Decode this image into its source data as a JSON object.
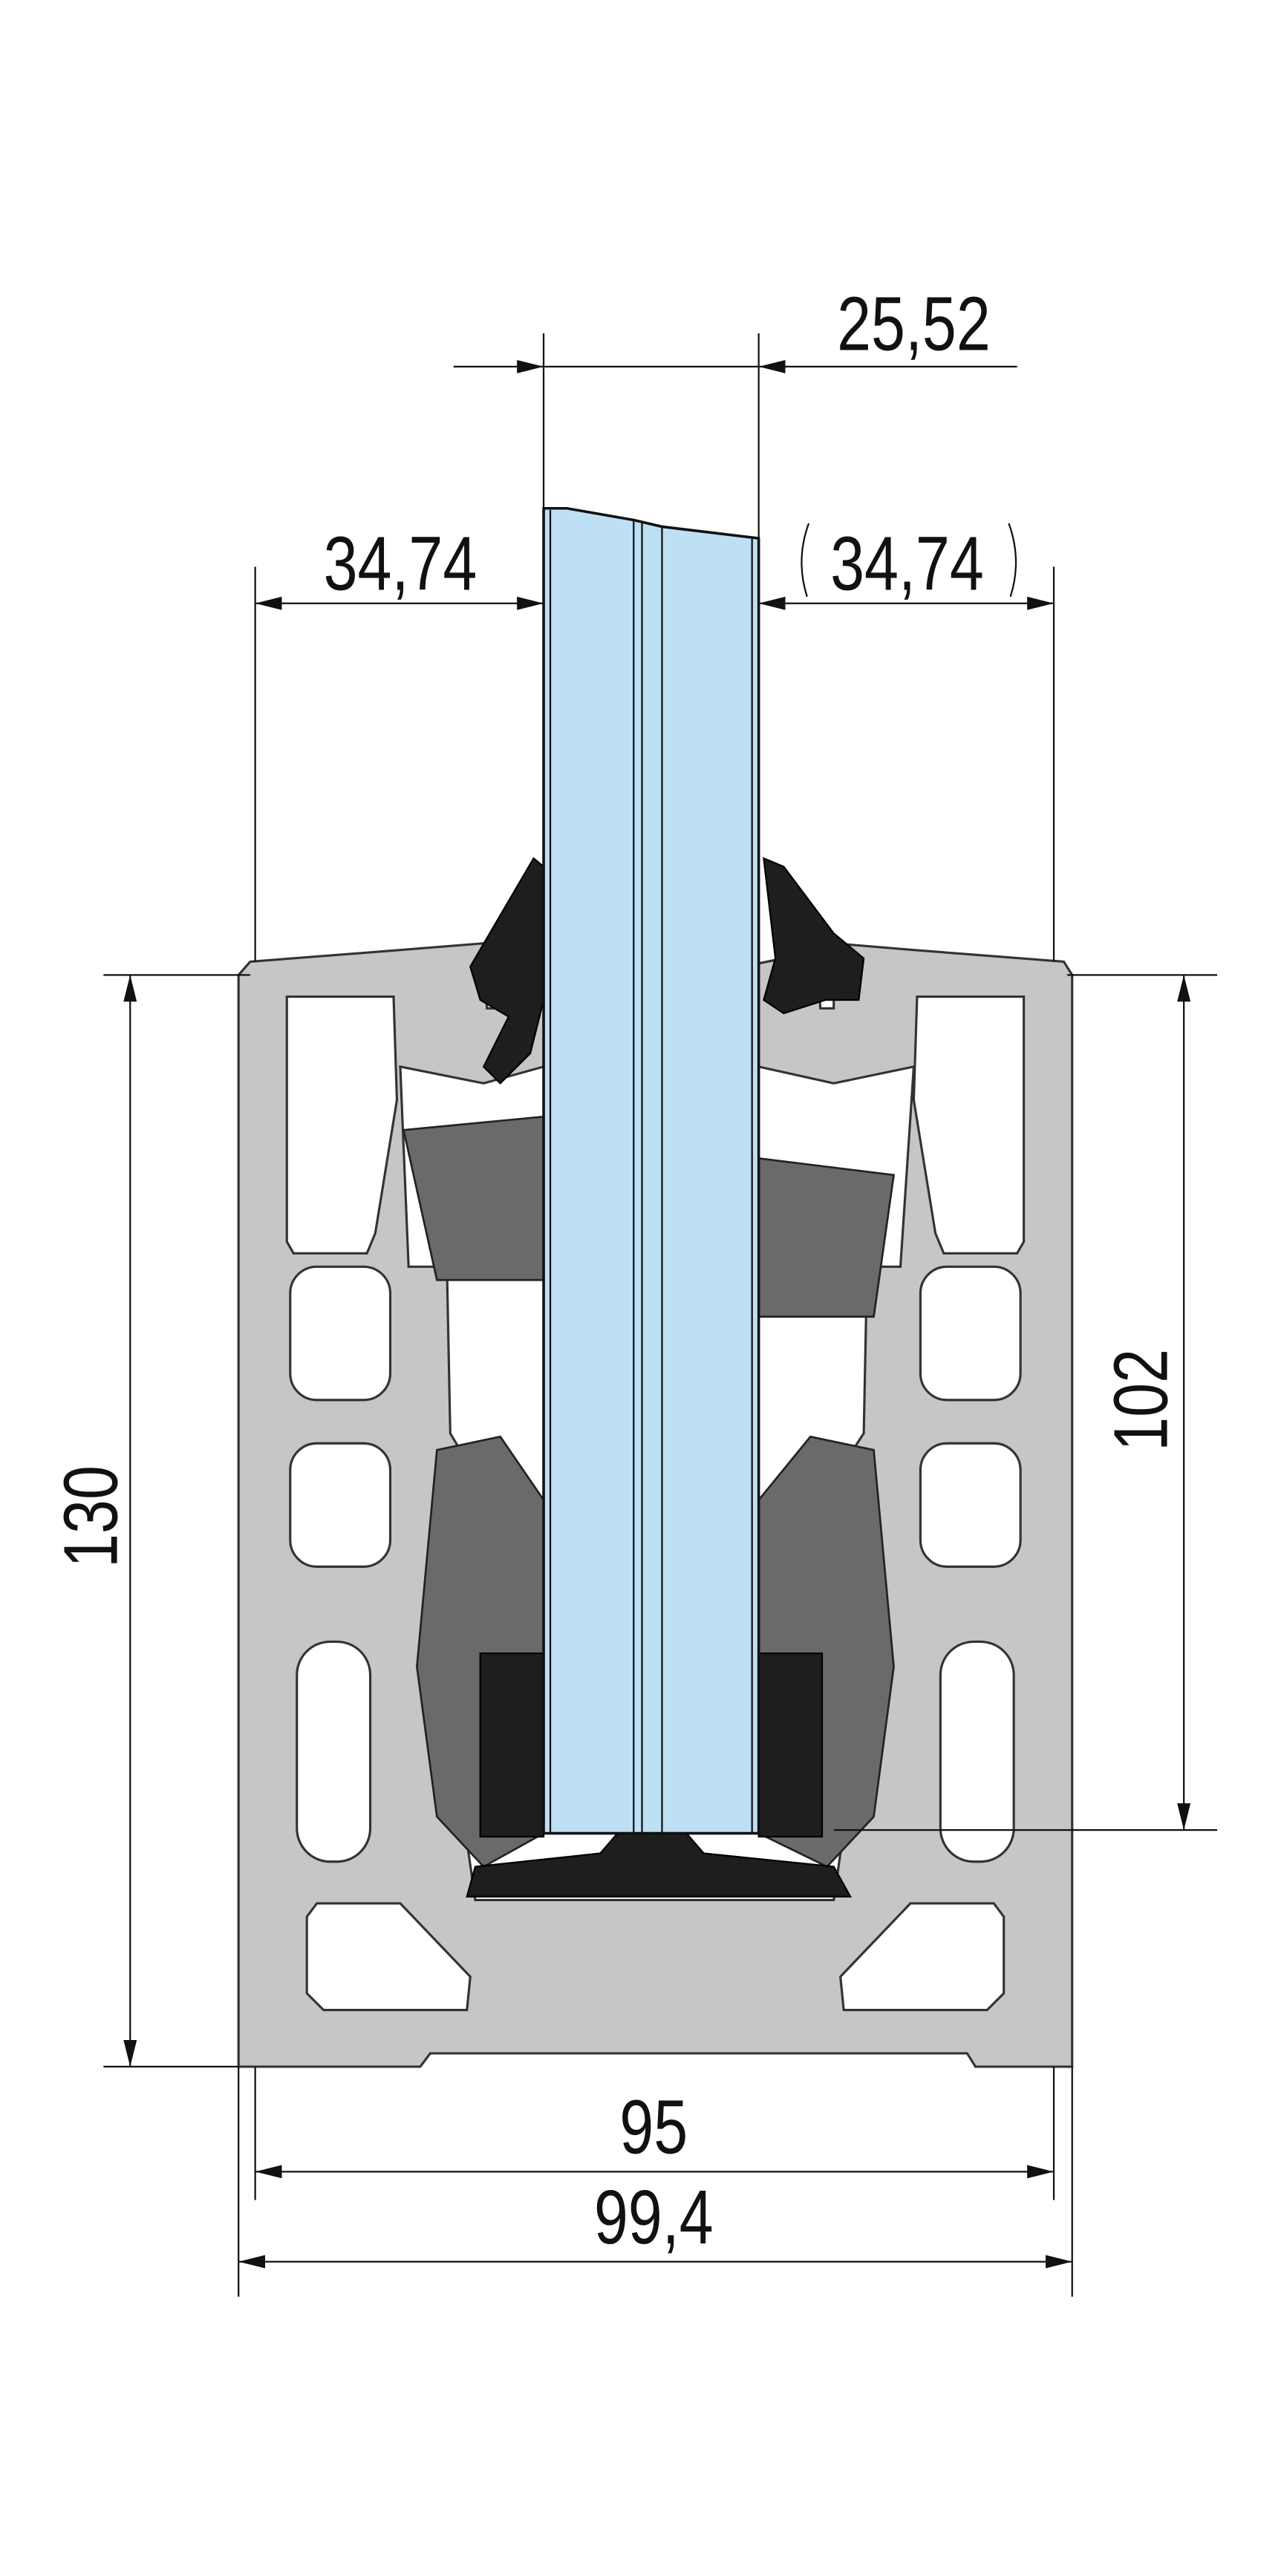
{
  "drawing": {
    "title": "Glass balustrade base profile cross-section",
    "colors": {
      "glass": "#bde0f5",
      "profile": "#c6c6c6",
      "gasket": "#6a6a6a",
      "seal": "#1e1e1e"
    },
    "dimensions": {
      "glass_thickness": "25,52",
      "left_offset": "34,74",
      "right_offset": "34,74",
      "total_height": "130",
      "inner_depth": "102",
      "inner_width": "95",
      "outer_width": "99,4"
    }
  }
}
